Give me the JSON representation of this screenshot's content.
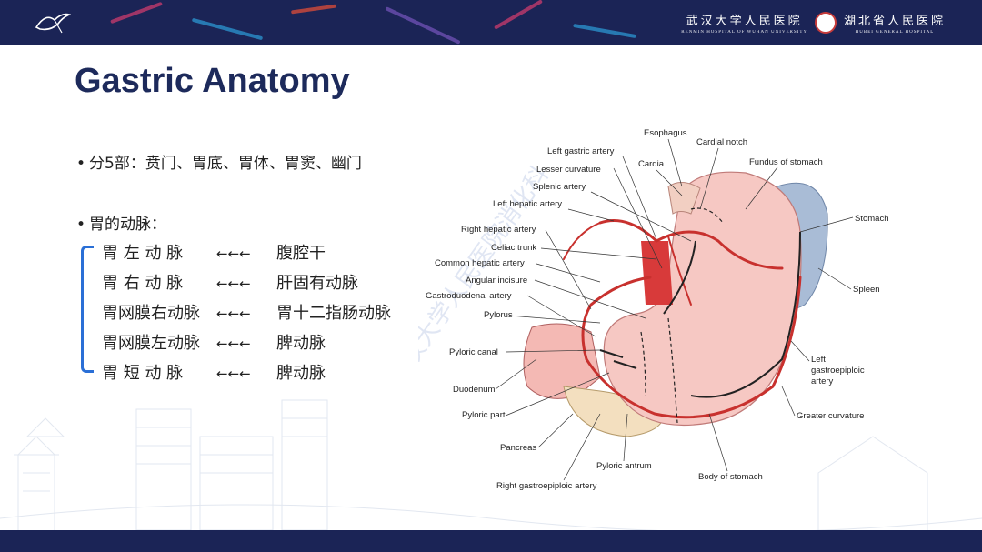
{
  "header": {
    "hospital_cn_1": "武汉大学人民医院",
    "hospital_en_1": "RENMIN HOSPITAL OF WUHAN UNIVERSITY",
    "hospital_cn_2": "湖北省人民医院",
    "hospital_en_2": "HUBEI GENERAL HOSPITAL"
  },
  "slide": {
    "title": "Gastric Anatomy",
    "bullet1": "分5部：贲门、胃底、胃体、胃窦、幽门",
    "bullet2": "胃的动脉：",
    "arteries": [
      {
        "name": "胃 左 动 脉",
        "arrow": "←←←",
        "source": "腹腔干"
      },
      {
        "name": "胃 右 动 脉",
        "arrow": "←←←",
        "source": "肝固有动脉"
      },
      {
        "name": "胃网膜右动脉",
        "arrow": "←←←",
        "source": "胃十二指肠动脉"
      },
      {
        "name": "胃网膜左动脉",
        "arrow": "←←←",
        "source": "脾动脉"
      },
      {
        "name": "胃  短 动 脉",
        "arrow": "←←←",
        "source": "脾动脉"
      }
    ]
  },
  "diagram": {
    "watermark": "武汉大学人民医院消化科",
    "labels": {
      "esophagus": "Esophagus",
      "cardial_notch": "Cardial notch",
      "left_gastric_artery": "Left gastric artery",
      "lesser_curvature": "Lesser curvature",
      "cardia": "Cardia",
      "fundus": "Fundus of stomach",
      "splenic_artery": "Splenic artery",
      "left_hepatic_artery": "Left hepatic artery",
      "stomach": "Stomach",
      "right_hepatic_artery": "Right hepatic artery",
      "celiac_trunk": "Celiac trunk",
      "common_hepatic_artery": "Common hepatic artery",
      "spleen": "Spleen",
      "angular_incisure": "Angular incisure",
      "gastroduodenal_artery": "Gastroduodenal artery",
      "pylorus": "Pylorus",
      "pyloric_canal": "Pyloric canal",
      "left_gastroepiploic_1": "Left",
      "left_gastroepiploic_2": "gastroepiploic",
      "left_gastroepiploic_3": "artery",
      "duodenum": "Duodenum",
      "greater_curvature": "Greater curvature",
      "pyloric_part": "Pyloric part",
      "pancreas": "Pancreas",
      "pyloric_antrum": "Pyloric antrum",
      "body_of_stomach": "Body of stomach",
      "right_gastroepiploic_artery": "Right gastroepiploic artery"
    }
  }
}
